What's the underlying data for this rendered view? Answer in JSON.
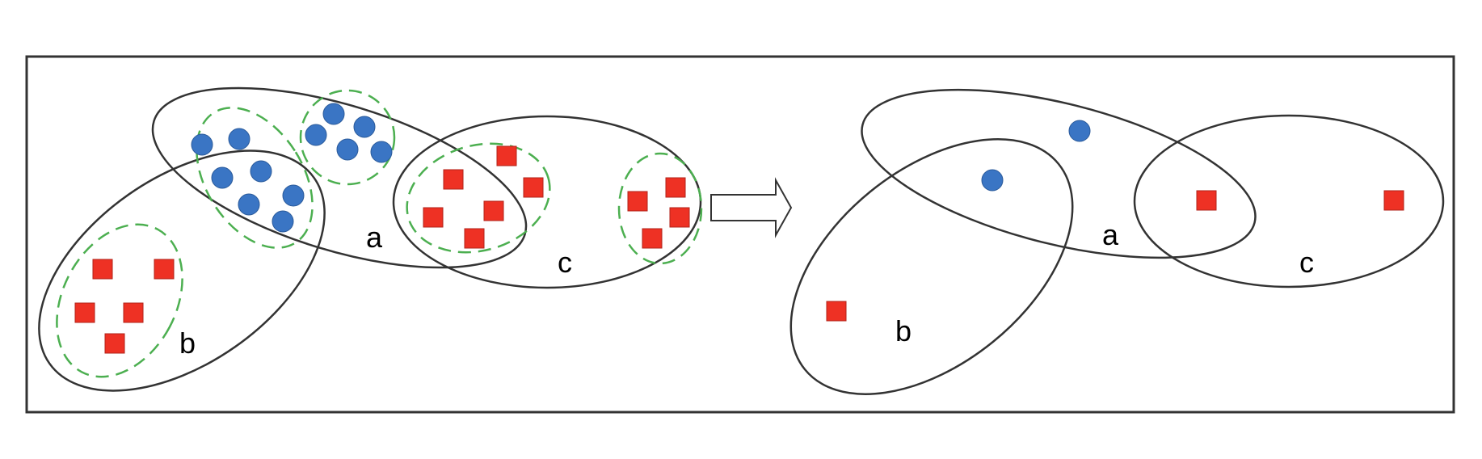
{
  "colors": {
    "frame": "#333333",
    "set_outline": "#333333",
    "cluster_outline": "#4caf50",
    "circle_fill": "#3a75c4",
    "circle_stroke": "#2a5a9a",
    "square_fill": "#ee3124",
    "square_stroke": "#b22218",
    "arrow_stroke": "#333333"
  },
  "labels": {
    "left_a": "a",
    "left_b": "b",
    "left_c": "c",
    "right_a": "a",
    "right_b": "b",
    "right_c": "c"
  },
  "arrow_icon": "right-arrow-icon"
}
